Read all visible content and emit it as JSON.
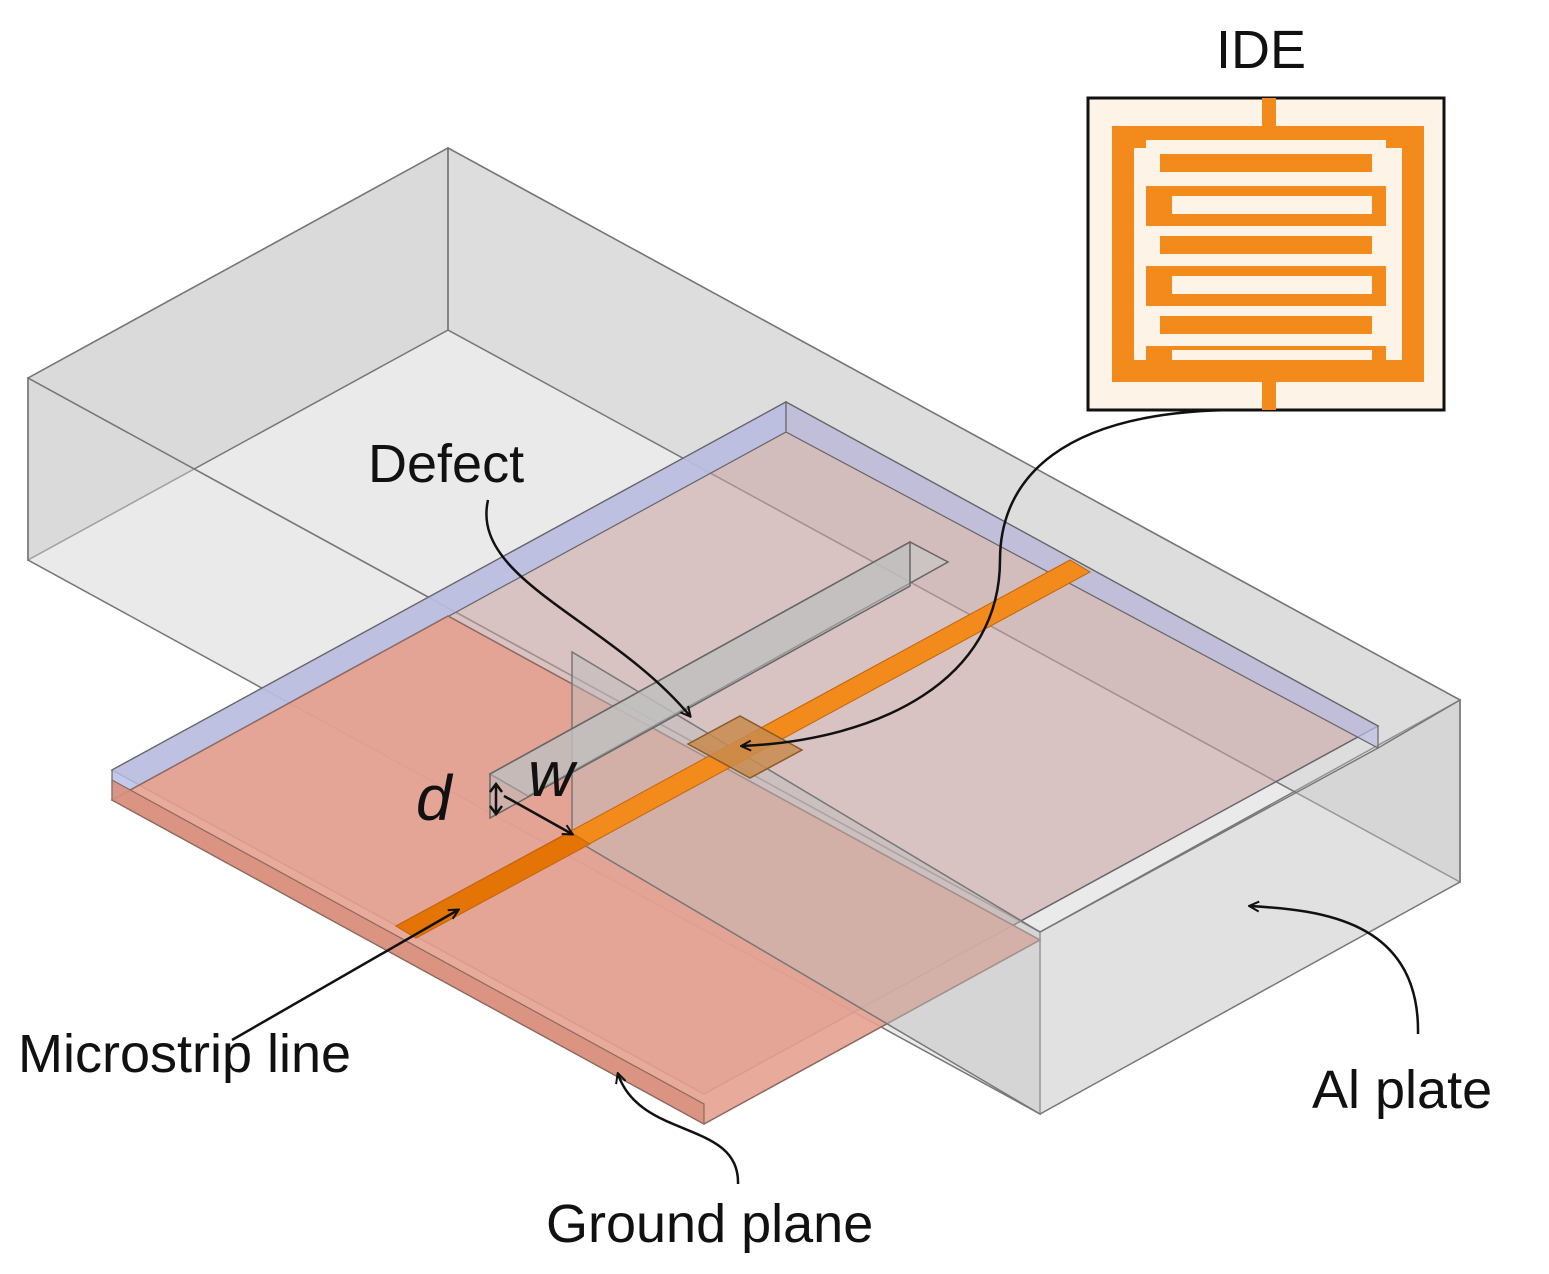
{
  "labels": {
    "ide": "IDE",
    "defect": "Defect",
    "d": "d",
    "w": "w",
    "microstrip_line": "Microstrip line",
    "ground_plane": "Ground plane",
    "al_plate": "Al plate"
  },
  "colors": {
    "copper": "#f28a1c",
    "ground_plane": "#e6a190",
    "substrate_edge": "#b9bfe6",
    "al_plate": "#c9c9c9",
    "outline": "#111111",
    "ide_background": "#fdf3e6"
  }
}
